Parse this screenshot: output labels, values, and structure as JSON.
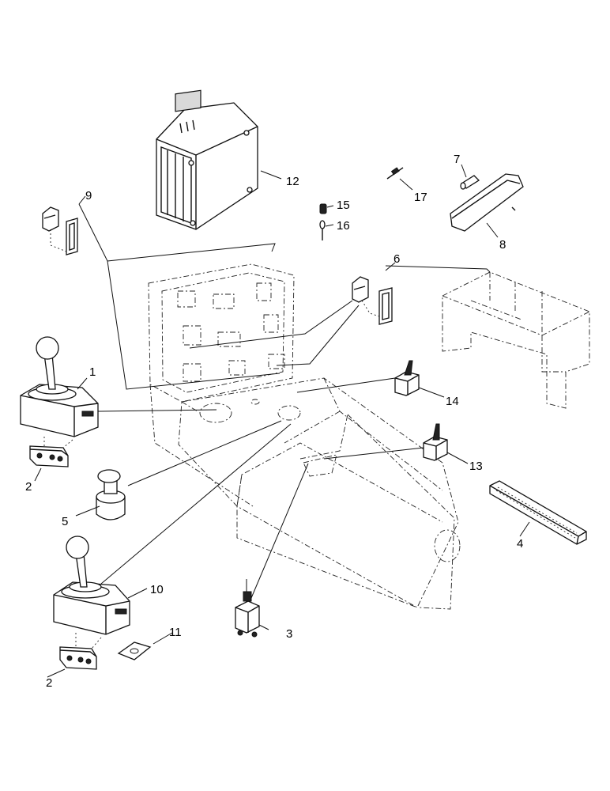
{
  "callouts": [
    "1",
    "2",
    "2",
    "3",
    "4",
    "5",
    "6",
    "7",
    "8",
    "9",
    "10",
    "11",
    "12",
    "13",
    "14",
    "15",
    "16",
    "17"
  ]
}
